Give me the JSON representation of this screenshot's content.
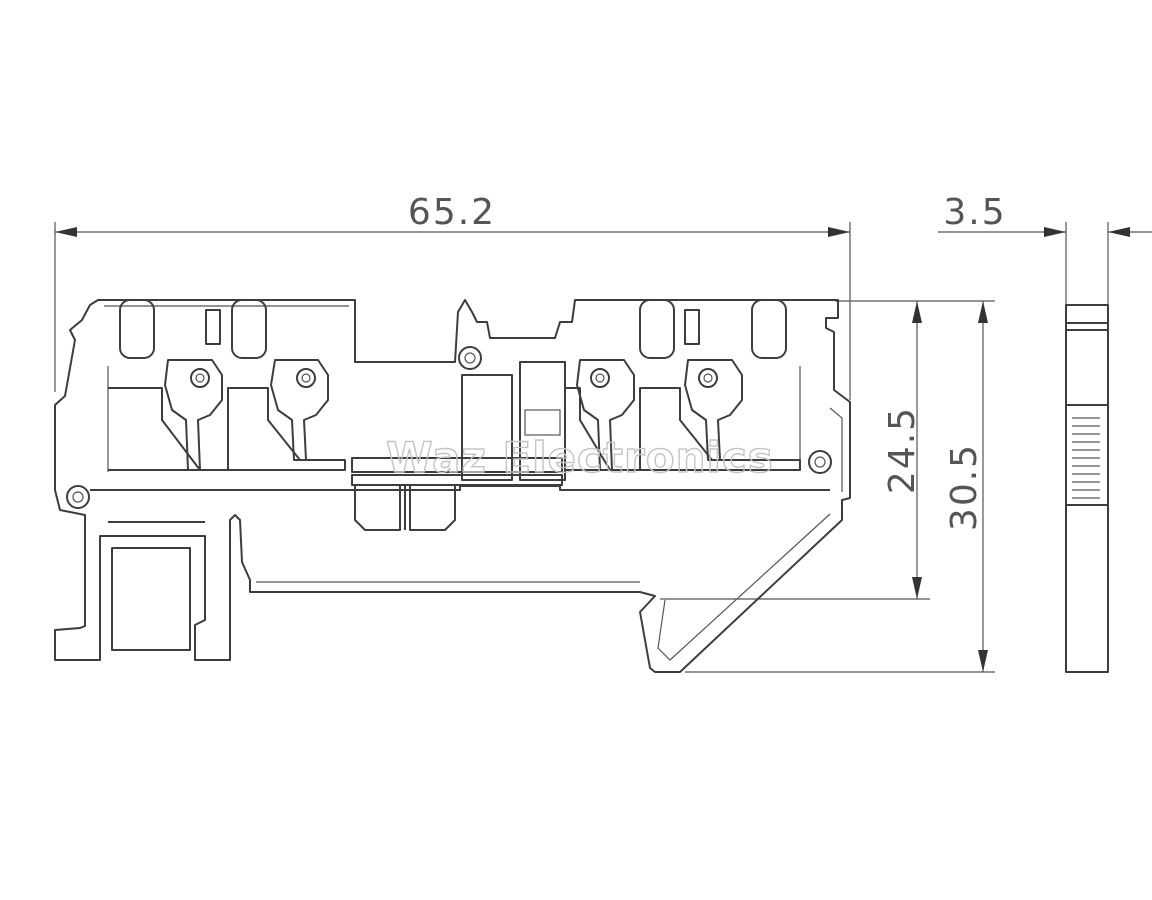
{
  "dimensions": {
    "overall_length": "65.2",
    "width": "3.5",
    "height_to_rail": "24.5",
    "overall_height": "30.5"
  },
  "watermark": "Waz Electronics"
}
